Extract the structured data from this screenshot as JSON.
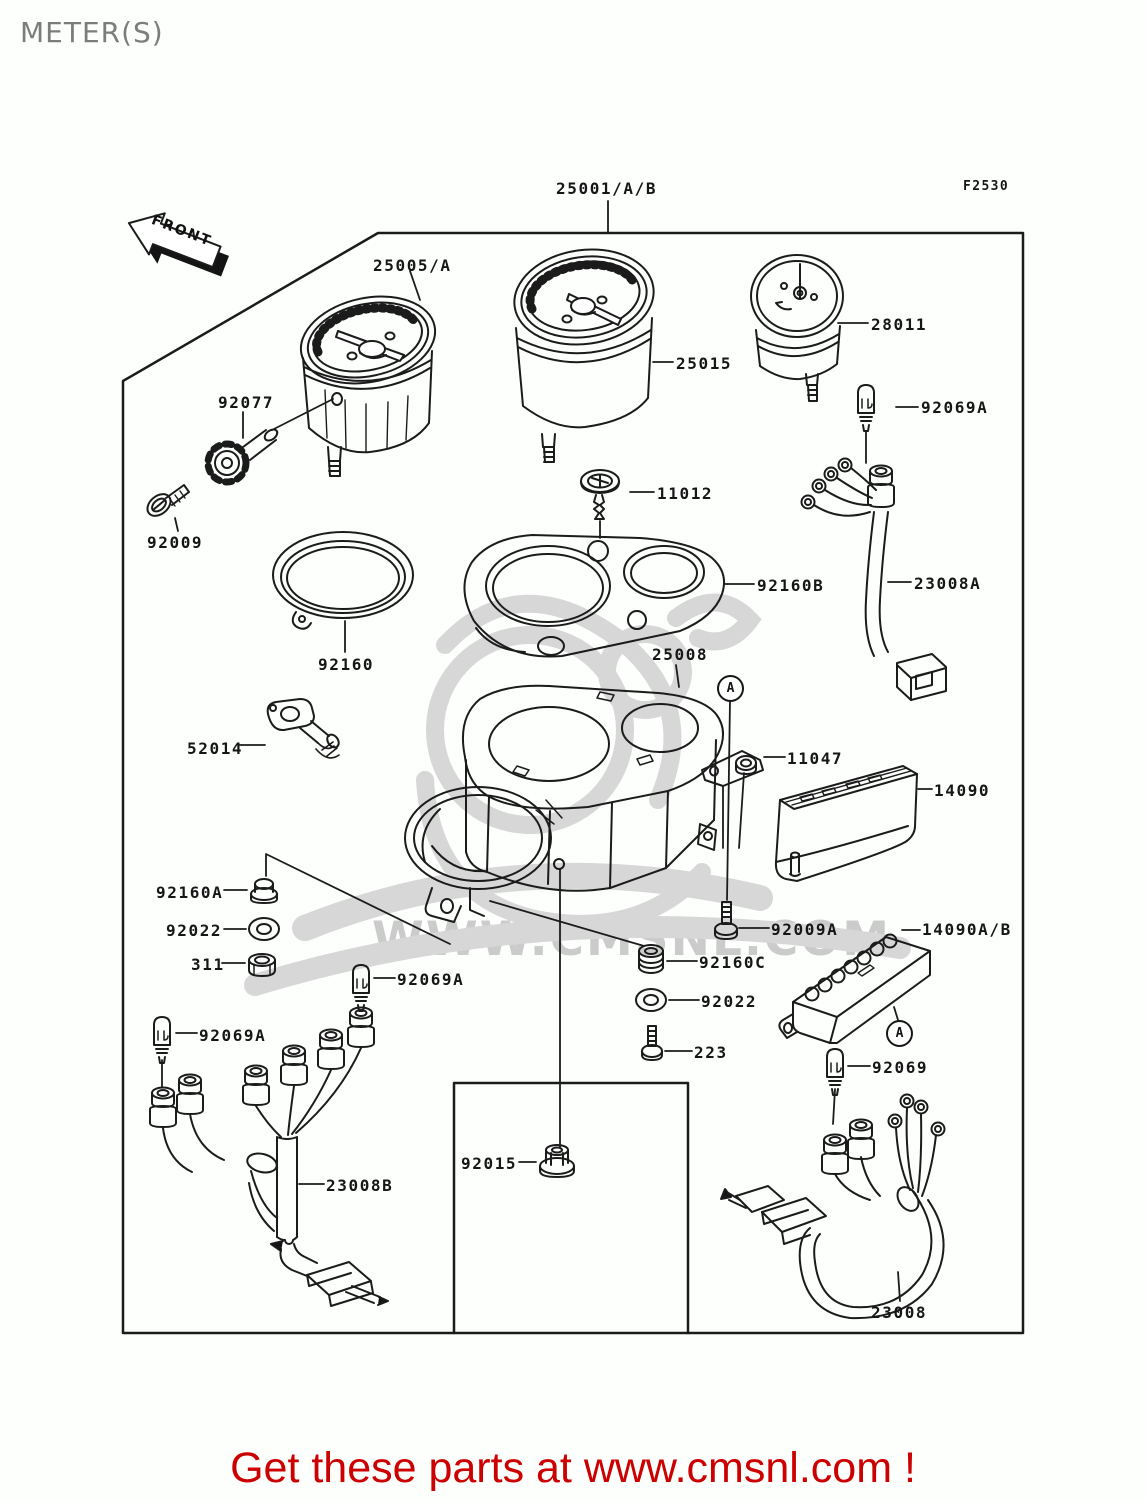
{
  "title": "METER(S)",
  "figure_code": "F2530",
  "front_label": "FRONT",
  "watermark": {
    "text": "WWW.CMSNL.COM"
  },
  "banner": {
    "text": "Get these parts at www.cmsnl.com !"
  },
  "colors": {
    "banner_red": "#cc0000",
    "line_black": "#1b1b1b",
    "watermark_gray": "#cbcbcb",
    "title_gray": "#7c7c7c"
  },
  "ref_markers": {
    "a1": "A",
    "a2": "A"
  },
  "callouts": {
    "c25001": "25001/A/B",
    "c25005": "25005/A",
    "c25015": "25015",
    "c28011": "28011",
    "c92069a_1": "92069A",
    "c92077": "92077",
    "c11012": "11012",
    "c92160b": "92160B",
    "c23008a": "23008A",
    "c92009": "92009",
    "c92160": "92160",
    "c25008": "25008",
    "c52014": "52014",
    "c11047": "11047",
    "c14090": "14090",
    "c92160a": "92160A",
    "c92022_1": "92022",
    "c311": "311",
    "c92069a_2": "92069A",
    "c92069a_3": "92069A",
    "c92009a": "92009A",
    "c14090ab": "14090A/B",
    "c92160c": "92160C",
    "c92022_2": "92022",
    "c223": "223",
    "c92069": "92069",
    "c92015": "92015",
    "c23008b": "23008B",
    "c23008": "23008"
  }
}
